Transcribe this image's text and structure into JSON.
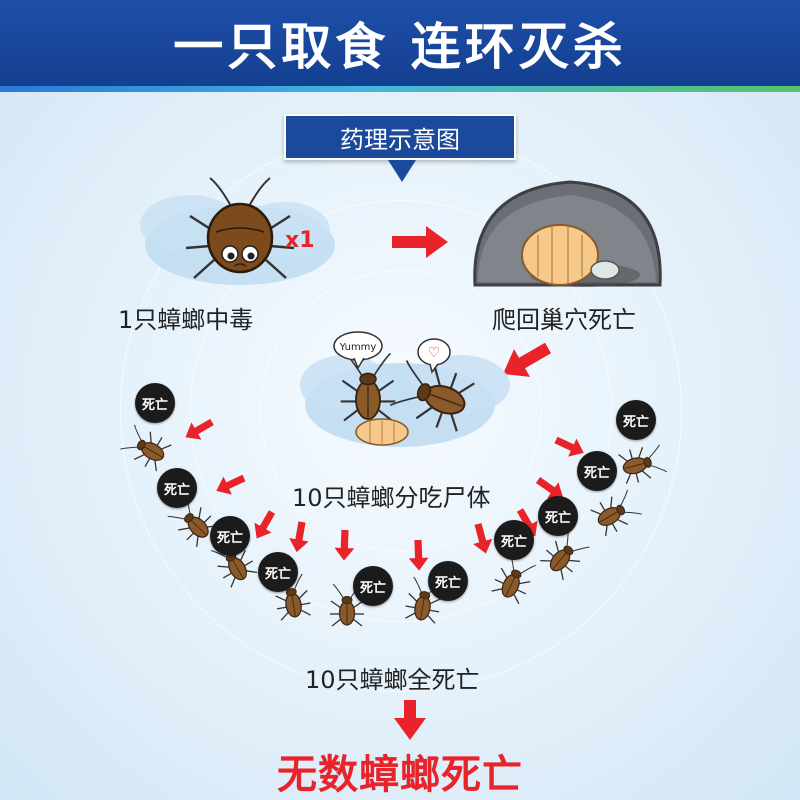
{
  "header": {
    "title": "一只取食 连环灭杀"
  },
  "banner": {
    "label": "药理示意图"
  },
  "step1": {
    "label": "1只蟑螂中毒",
    "count": "x1"
  },
  "step2": {
    "label": "爬回巢穴死亡"
  },
  "step3": {
    "label": "10只蟑螂分吃尸体",
    "bubbles": [
      "Yummy",
      "♡"
    ]
  },
  "step4": {
    "label": "10只蟑螂全死亡"
  },
  "result": {
    "label": "无数蟑螂死亡"
  },
  "death_badge": "死亡",
  "colors": {
    "header": "#1d4fa8",
    "arrow": "#e8232a",
    "badge": "#1b1b1b",
    "result": "#e8232a"
  }
}
